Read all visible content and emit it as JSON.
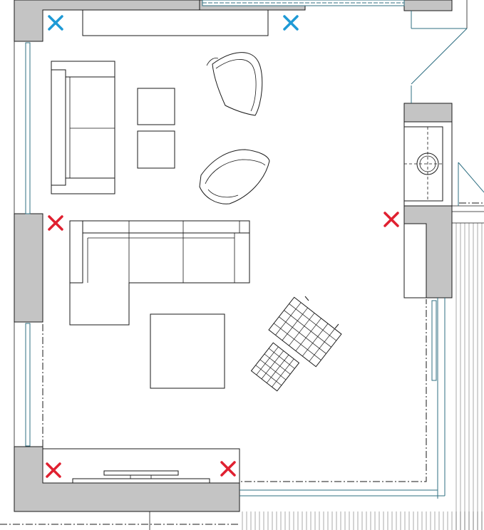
{
  "marker_colors": {
    "blue": "#1e9ad6",
    "red": "#e02030"
  },
  "markers": [
    {
      "color": "blue",
      "icon": "x-mark"
    },
    {
      "color": "blue",
      "icon": "x-mark"
    },
    {
      "color": "red",
      "icon": "x-mark"
    },
    {
      "color": "red",
      "icon": "x-mark"
    },
    {
      "color": "red",
      "icon": "x-mark"
    },
    {
      "color": "red",
      "icon": "x-mark"
    }
  ]
}
